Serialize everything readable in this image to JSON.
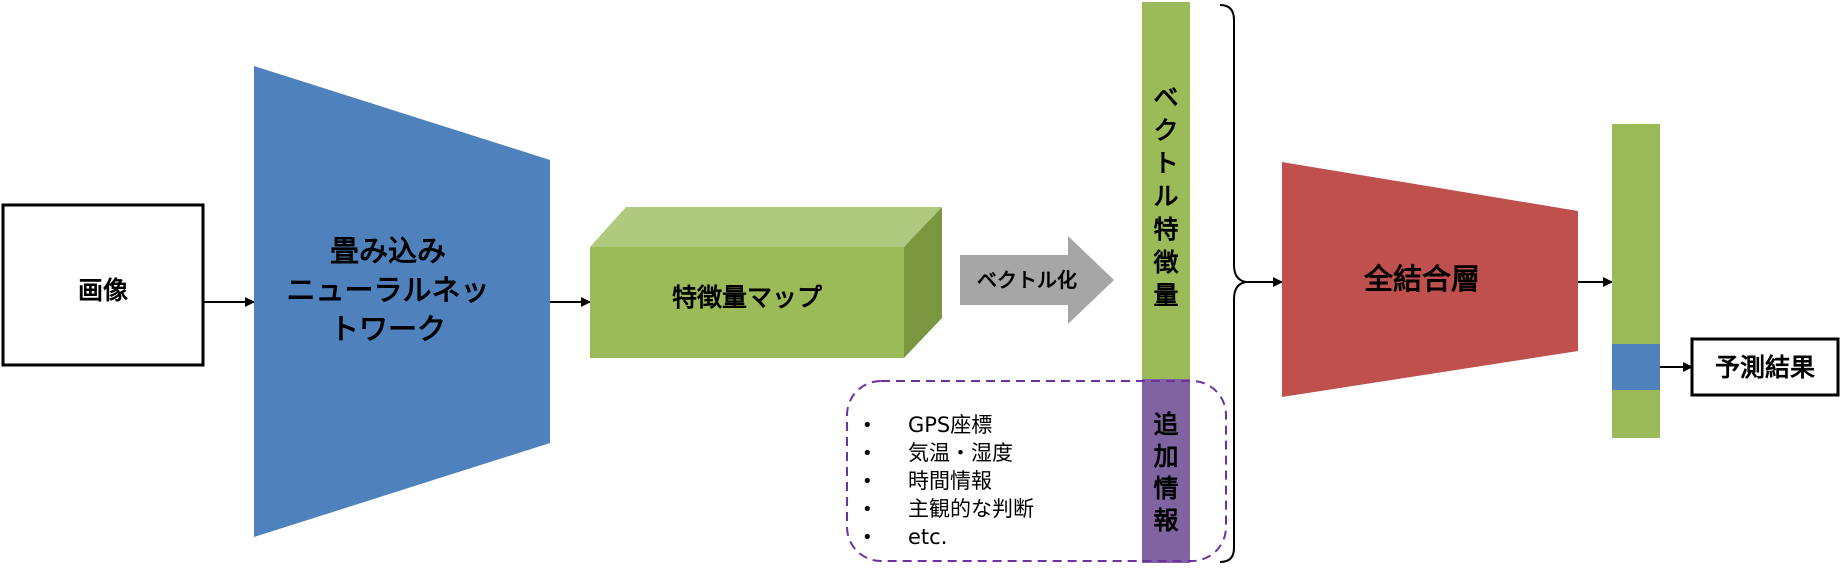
{
  "labels": {
    "image": "画像",
    "cnn_line1": "畳み込み",
    "cnn_line2": "ニューラルネッ",
    "cnn_line3": "トワーク",
    "feature_map": "特徴量マップ",
    "vectorize": "ベクトル化",
    "vector_features": [
      "ベ",
      "ク",
      "ト",
      "ル",
      "特",
      "徴",
      "量"
    ],
    "extra_info": [
      "追",
      "加",
      "情",
      "報"
    ],
    "fully_connected": "全結合層",
    "prediction": "予測結果"
  },
  "extra_info_list": [
    "GPS座標",
    "気温・湿度",
    "時間情報",
    "主観的な判断",
    "etc."
  ],
  "bullet_symbol": "•",
  "colors": {
    "cnn_blue": "#4F81BD",
    "feature_green": "#9BBB59",
    "feature_green_top": "#AFCA7F",
    "feature_green_side": "#7A973F",
    "vector_arrow_gray": "#A6A6A6",
    "extra_purple": "#8064A2",
    "dashed_purple": "#7030A0",
    "fc_red": "#C0504D",
    "output_blue": "#4F81BD"
  }
}
